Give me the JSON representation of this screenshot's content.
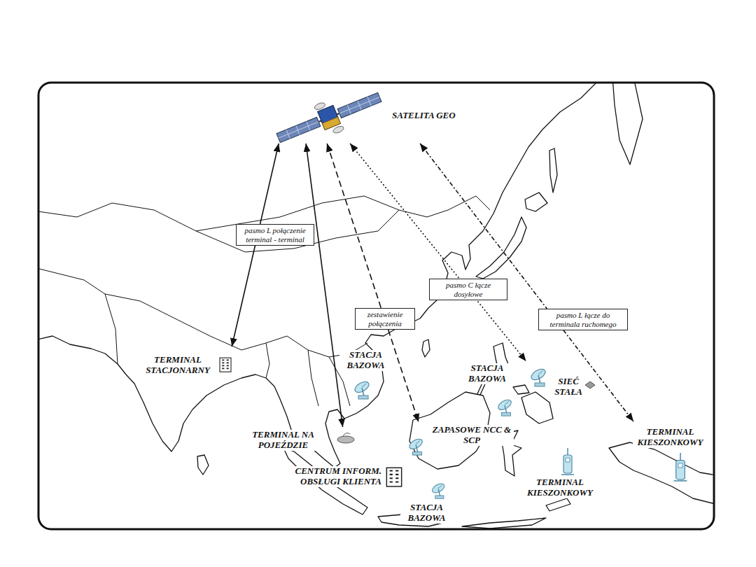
{
  "diagram": {
    "nodes": [
      {
        "text": [
          "SATELITA GEO"
        ]
      },
      {
        "text": [
          "TERMINAL STACJONARNY"
        ]
      },
      {
        "text": [
          "TERMINAL NA POJEŹDZIE"
        ]
      },
      {
        "text": [
          "ZAPASOWE NCC & SCP"
        ]
      },
      {
        "text": [
          "STACJA BAZOWA"
        ]
      },
      {
        "text": [
          "TERMINAL KIESZONKOWY"
        ]
      }
    ],
    "edges": [
      {
        "from": 0,
        "to": 1,
        "arrow": "both",
        "label": "pasmo L połączenie terminal - terminal"
      },
      {
        "from": 0,
        "to": 2,
        "arrow": "both"
      },
      {
        "from": 0,
        "to": 3,
        "arrow": "both",
        "label": "zestawienie połączenia"
      },
      {
        "from": 0,
        "to": 4,
        "arrow": "both",
        "label": "pasmo C łącze dosyłowe"
      },
      {
        "from": 0,
        "to": 5,
        "arrow": "both",
        "label": "pasmo L łącze do terminala ruchomego"
      }
    ],
    "labels": [
      "STACJA BAZOWA",
      "SIEĆ STAŁA",
      "CENTRUM INFORM. OBSŁUGI KLIENTA",
      "TERMINAL KIESZONKOWY",
      "STACJA BAZOWA"
    ]
  }
}
